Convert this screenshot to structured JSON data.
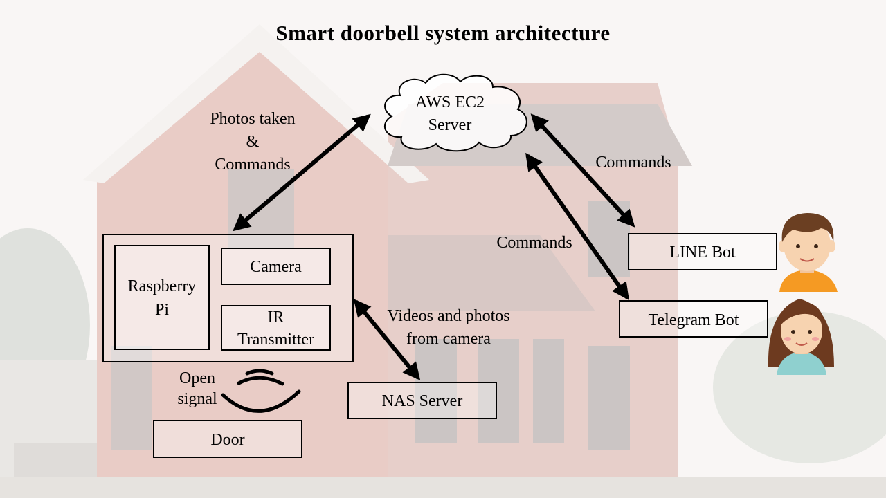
{
  "title": "Smart doorbell system architecture",
  "nodes": {
    "aws": {
      "line1": "AWS EC2",
      "line2": "Server"
    },
    "raspberry": {
      "line1": "Raspberry",
      "line2": "Pi"
    },
    "camera": "Camera",
    "ir": {
      "line1": "IR",
      "line2": "Transmitter"
    },
    "nas": "NAS Server",
    "door": "Door",
    "line_bot": "LINE Bot",
    "telegram_bot": "Telegram Bot"
  },
  "edge_labels": {
    "photos": {
      "line1": "Photos taken",
      "line2": "&",
      "line3": "Commands"
    },
    "commands_line": "Commands",
    "commands_telegram": "Commands",
    "videos": {
      "line1": "Videos and photos",
      "line2": "from camera"
    },
    "open_signal": {
      "line1": "Open",
      "line2": "signal"
    }
  },
  "colors": {
    "ink": "#000000",
    "skin": "#f7d3b0",
    "boy_hair": "#6b3f22",
    "boy_shirt": "#f59a23",
    "girl_hair": "#6d3a1f",
    "girl_shirt": "#8fd0cf"
  },
  "icons": [
    "cloud-icon",
    "wireless-signal-icon",
    "boy-avatar-icon",
    "girl-avatar-icon"
  ]
}
